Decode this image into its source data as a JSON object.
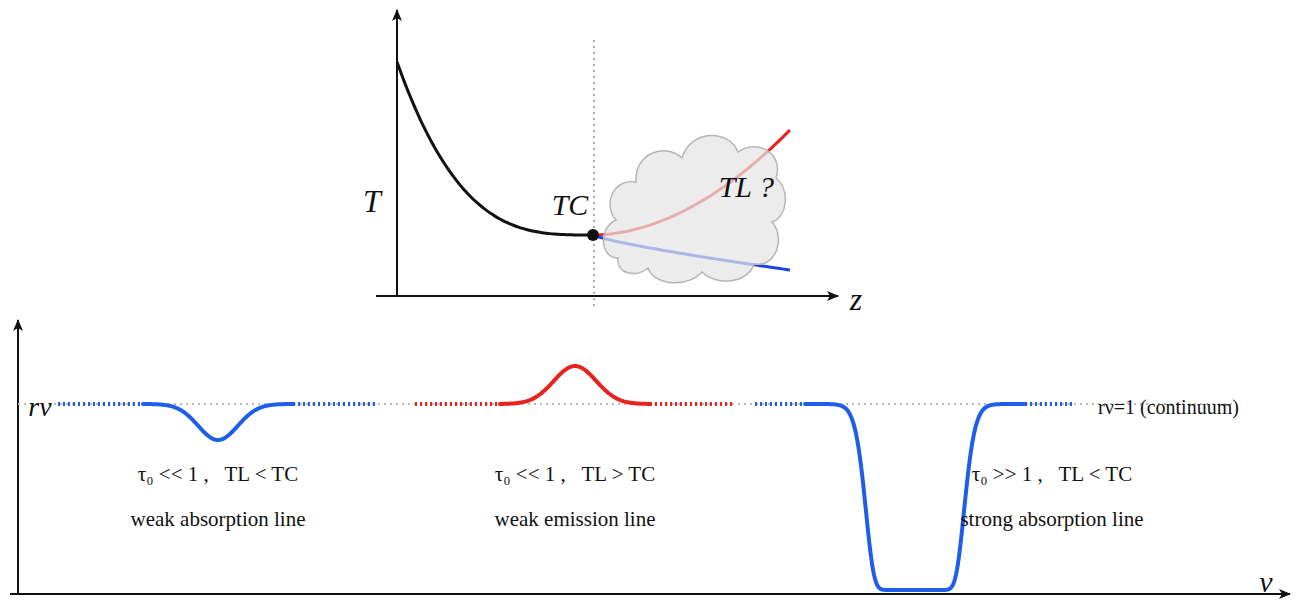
{
  "diagram": {
    "nodes": [
      {
        "text": [
          "TL ?"
        ]
      }
    ],
    "labels": [
      "T",
      "TC",
      "z",
      "rν",
      "ν",
      "rν=1 (continuum)",
      "τ₀ << 1 ,   TL < TC",
      "weak absorption line",
      "τ₀ << 1 ,   TL > TC",
      "weak emission line",
      "τ₀ >> 1 ,   TL < TC",
      "strong absorption line"
    ]
  }
}
